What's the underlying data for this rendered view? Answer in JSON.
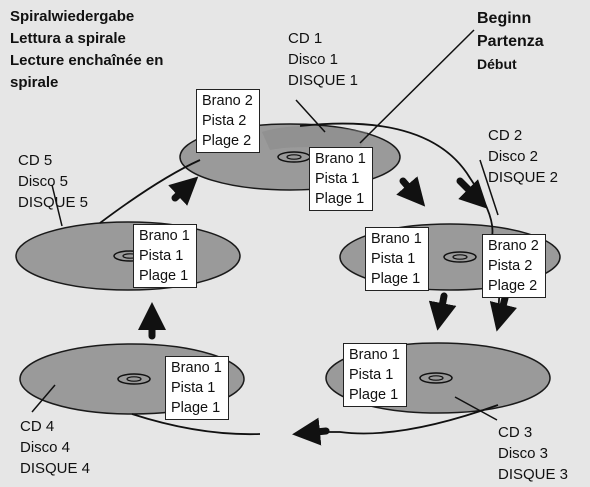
{
  "title_lines": [
    "Spiralwiedergabe",
    "Lettura a spirale",
    "Lecture enchaînée en",
    "spirale"
  ],
  "start_label": [
    "Beginn",
    "Partenza",
    "Début"
  ],
  "discs": {
    "cd1": [
      "CD 1",
      "Disco 1",
      "DISQUE 1"
    ],
    "cd2": [
      "CD 2",
      "Disco 2",
      "DISQUE 2"
    ],
    "cd3": [
      "CD 3",
      "Disco 3",
      "DISQUE 3"
    ],
    "cd4": [
      "CD 4",
      "Disco 4",
      "DISQUE 4"
    ],
    "cd5": [
      "CD 5",
      "Disco 5",
      "DISQUE 5"
    ]
  },
  "track_boxes": {
    "cd1_track1": [
      "Brano 1",
      "Pista 1",
      "Plage 1"
    ],
    "cd1_track2": [
      "Brano 2",
      "Pista 2",
      "Plage 2"
    ],
    "cd2_track1": [
      "Brano 1",
      "Pista 1",
      "Plage 1"
    ],
    "cd2_track2": [
      "Brano 2",
      "Pista 2",
      "Plage 2"
    ],
    "cd3_track1": [
      "Brano 1",
      "Pista 1",
      "Plage 1"
    ],
    "cd4_track1": [
      "Brano 1",
      "Pista 1",
      "Plage 1"
    ],
    "cd5_track1": [
      "Brano 1",
      "Pista 1",
      "Plage 1"
    ]
  },
  "colors": {
    "disc_fill": "#9a9a9a",
    "disc_stroke": "#1a1a1a",
    "background": "#e6e6e6"
  }
}
